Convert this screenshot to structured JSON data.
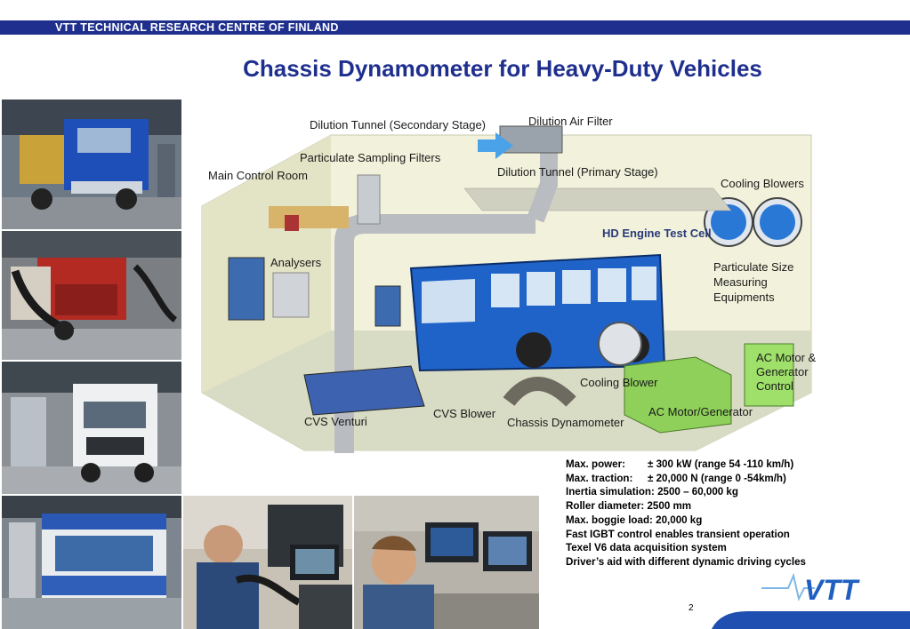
{
  "header": {
    "org_name": "VTT TECHNICAL RESEARCH CENTRE OF FINLAND",
    "brand_color": "#1f2f8e"
  },
  "slide": {
    "title": "Chassis Dynamometer for Heavy-Duty Vehicles",
    "page_number": "2"
  },
  "diagram": {
    "labels": {
      "dilution_tunnel_secondary": "Dilution Tunnel (Secondary Stage)",
      "dilution_air_filter": "Dilution Air Filter",
      "particulate_sampling_filters": "Particulate Sampling Filters",
      "main_control_room": "Main Control Room",
      "dilution_tunnel_primary": "Dilution Tunnel (Primary Stage)",
      "cooling_blowers": "Cooling Blowers",
      "hd_engine_test_cell": "HD Engine Test Cell",
      "analysers": "Analysers",
      "particulate_size_line1": "Particulate Size",
      "particulate_size_line2": "Measuring",
      "particulate_size_line3": "Equipments",
      "ac_motor_generator_control_line1": "AC Motor &",
      "ac_motor_generator_control_line2": "Generator",
      "ac_motor_generator_control_line3": "Control",
      "cooling_blower": "Cooling Blower",
      "ac_motor_generator": "AC Motor/Generator",
      "cvs_venturi": "CVS Venturi",
      "cvs_blower": "CVS Blower",
      "chassis_dynamometer": "Chassis Dynamometer"
    }
  },
  "specs": {
    "max_power_label": "Max. power:",
    "max_power_value": "± 300 kW (range 54 -110 km/h)",
    "max_traction_label": "Max. traction:",
    "max_traction_value": "± 20,000 N (range 0 -54km/h)",
    "inertia": "Inertia simulation:  2500 – 60,000 kg",
    "roller": "Roller diameter: 2500 mm",
    "boggie": "Max. boggie load: 20,000 kg",
    "igbt": "Fast IGBT control enables transient operation",
    "texel": "Texel V6 data acquisition system",
    "drivers_aid": "Driver’s aid with different dynamic driving cycles"
  },
  "logo": {
    "text": "VTT"
  }
}
